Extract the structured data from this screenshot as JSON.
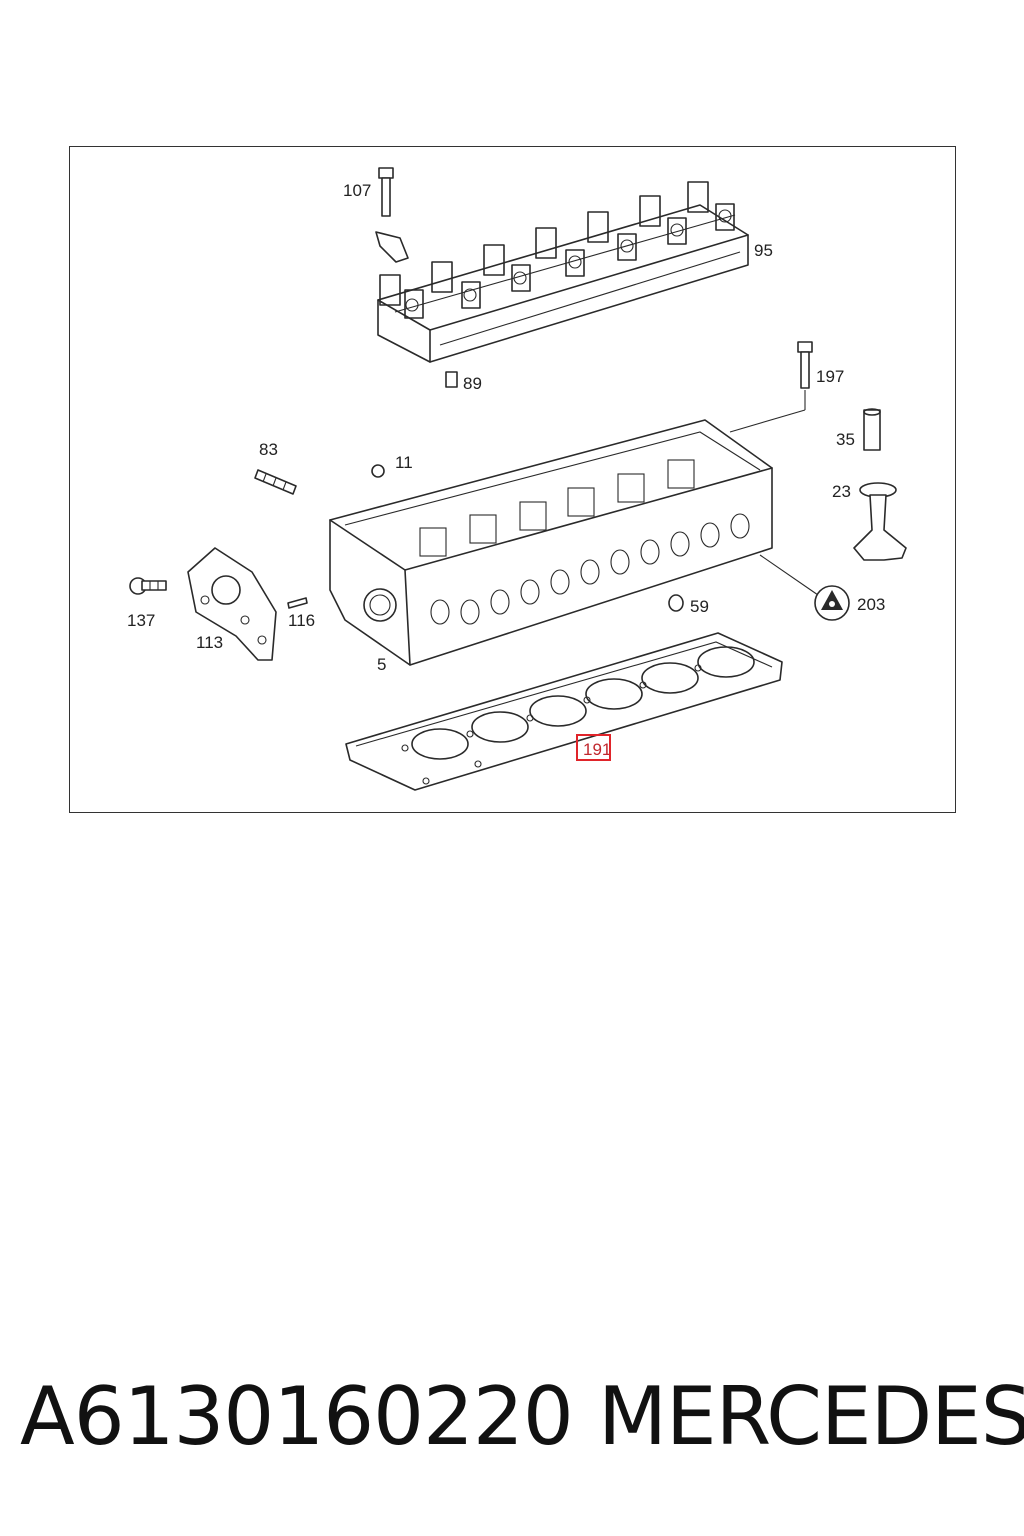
{
  "diagram": {
    "callouts": {
      "c107": "107",
      "c95": "95",
      "c89": "89",
      "c197": "197",
      "c83": "83",
      "c11": "11",
      "c35": "35",
      "c23": "23",
      "c137": "137",
      "c113": "113",
      "c116": "116",
      "c59": "59",
      "c203": "203",
      "c5": "5",
      "c191": "191"
    },
    "highlighted_callout": "191",
    "highlight_color": "#e0242a"
  },
  "caption": {
    "part_number": "A6130160220",
    "brand": "MERCEDES"
  }
}
